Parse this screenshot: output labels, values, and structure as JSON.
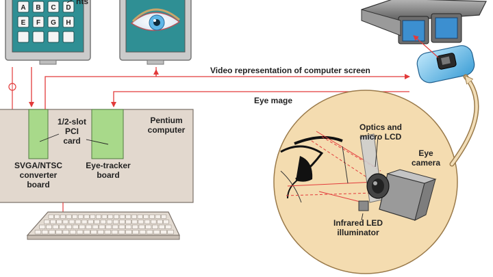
{
  "diagram": {
    "keypad_letters": [
      "A",
      "B",
      "C",
      "D",
      "E",
      "F",
      "G",
      "H"
    ],
    "callout_cropped": "nts",
    "labels": {
      "video_signal": "Video representation of computer screen",
      "eye_image": "Eye mage",
      "slot": "1/2-slot\nPCI\ncard",
      "pentium": "Pentium\ncomputer",
      "svga": "SVGA/NTSC\nconverter\nboard",
      "eye_tracker": "Eye-tracker\nboard",
      "optics": "Optics and\nmicro LCD",
      "eye_camera": "Eye\ncamera",
      "infrared": "Infrared LED\nilluminator"
    },
    "colors": {
      "signal": "#e23a3a",
      "board": "#a8d98a",
      "computer": "#e2d8ce",
      "inset": "#f4dcb0",
      "monitor": "#cbcbcb",
      "screen": "#2f8f94",
      "camera": "#6ec1ea"
    }
  }
}
